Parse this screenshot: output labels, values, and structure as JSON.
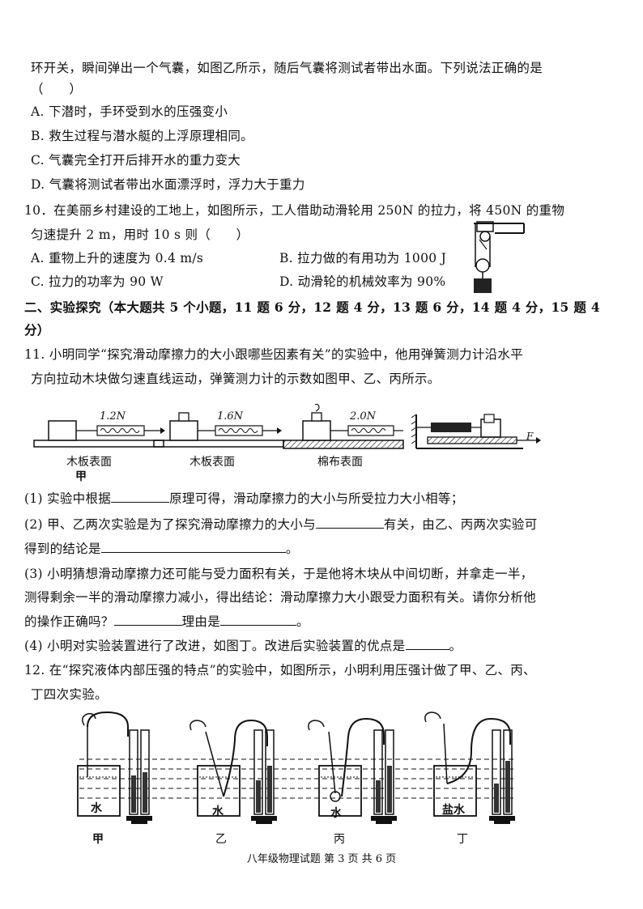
{
  "q9": {
    "stem": "环开关，瞬间弹出一个气囊，如图乙所示，随后气囊将测试者带出水面。下列说法正确的是",
    "paren": "（　　）",
    "options": [
      "A. 下潜时，手环受到水的压强变小",
      "B. 救生过程与潜水艇的上浮原理相同。",
      "C. 气囊完全打开后排开水的重力变大",
      "D. 气囊将测试者带出水面漂浮时，浮力大于重力"
    ]
  },
  "q10": {
    "line1": "10．在美丽乡村建设的工地上，如图所示，工人借助动滑轮用 250N 的拉力，将 450N 的重物",
    "line2": "匀速提升 2 m，用时 10 s 则（　　）",
    "optA": "A. 重物上升的速度为 0.4 m/s",
    "optB": "B. 拉力做的有用功为 1000 J",
    "optC": "C. 拉力的功率为 90 W",
    "optD": "D. 动滑轮的机械效率为 90%"
  },
  "section2": {
    "line1": "二、实验探究（本大题共 5 个小题，11 题 6 分，12 题 4 分，13 题 6 分，14 题 4 分，15 题 4",
    "line2": "分）"
  },
  "q11": {
    "line1": "11. 小明同学“探究滑动摩擦力的大小跟哪些因素有关”的实验中，他用弹簧测力计沿水平",
    "line2": "方向拉动木块做匀速直线运动，弹簧测力计的示数如图甲、乙、丙所示。",
    "figs": {
      "f1_force": "1.2N",
      "f1_surface": "木板表面",
      "f1_label": "甲",
      "f2_force": "1.6N",
      "f2_surface": "木板表面",
      "f3_force": "2.0N",
      "f3_surface": "棉布表面",
      "f4_arrow": "F"
    },
    "p1a": "(1) 实验中根据",
    "p1b": "原理可得，滑动摩擦力的大小与所受拉力大小相等；",
    "p2a": "(2) 甲、乙两次实验是为了探究滑动摩擦力的大小与",
    "p2b": "有关，由乙、丙两次实验可",
    "p2c": "得到的结论是",
    "p2d": "。",
    "p3a": "(3) 小明猜想滑动摩擦力还可能与受力面积有关，于是他将木块从中间切断，并拿走一半，",
    "p3b": "测得剩余一半的滑动摩擦力减小，得出结论：滑动摩擦力大小跟受力面积有关。请你分析他",
    "p3c": "的操作正确吗？",
    "p3d": "理由是",
    "p3e": "。",
    "p4a": "(4) 小明对实验装置进行了改进，如图丁。改进后实验装置的优点是",
    "p4b": "。"
  },
  "q12": {
    "line1": "12. 在“探究液体内部压强的特点”的实验中，如图所示，小明利用压强计做了甲、乙、丙、",
    "line2": "丁四次实验。",
    "labels": [
      "甲",
      "乙",
      "丙",
      "丁"
    ],
    "liquids": [
      "水",
      "水",
      "水",
      "盐水"
    ]
  },
  "footer": "八年级物理试题 第 3 页 共 6 页"
}
